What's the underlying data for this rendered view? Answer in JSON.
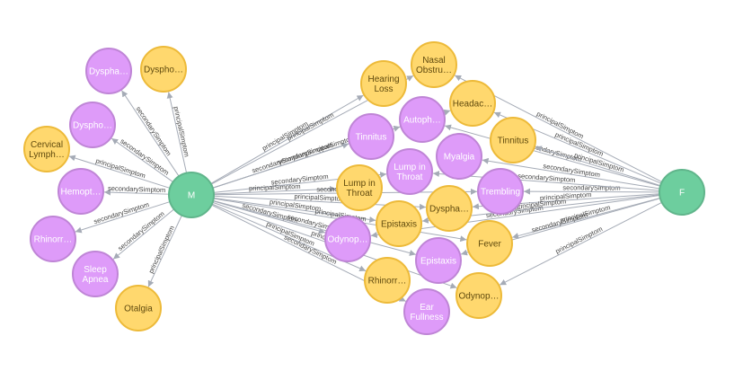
{
  "colors": {
    "gene_fill": "#6dce9e",
    "gene_stroke": "#60b58b",
    "purple_fill": "#de9bf9",
    "purple_stroke": "#bf85d6",
    "purple_text": "#ffffff",
    "yellow_fill": "#ffd86e",
    "yellow_stroke": "#edba39",
    "yellow_text": "#604a0e",
    "edge": "#a5abb6"
  },
  "nodes": [
    {
      "id": "M",
      "label": "M",
      "kind": "gene"
    },
    {
      "id": "F",
      "label": "F",
      "kind": "gene"
    },
    {
      "id": "m_dyspha",
      "label": "Dyspha…",
      "kind": "purple"
    },
    {
      "id": "m_dyspho_y",
      "label": "Dyspho…",
      "kind": "yellow"
    },
    {
      "id": "m_dyspho_p",
      "label": "Dyspho…",
      "kind": "purple"
    },
    {
      "id": "m_cervical",
      "label": "Cervical Lymph…",
      "kind": "yellow"
    },
    {
      "id": "m_hemopt",
      "label": "Hemopt…",
      "kind": "purple"
    },
    {
      "id": "m_rhinorr",
      "label": "Rhinorr…",
      "kind": "purple"
    },
    {
      "id": "m_sleep",
      "label": "Sleep Apnea",
      "kind": "purple"
    },
    {
      "id": "m_otalgia",
      "label": "Otalgia",
      "kind": "yellow"
    },
    {
      "id": "hearing",
      "label": "Hearing Loss",
      "kind": "yellow"
    },
    {
      "id": "nasal",
      "label": "Nasal Obstru…",
      "kind": "yellow"
    },
    {
      "id": "headac",
      "label": "Headac…",
      "kind": "yellow"
    },
    {
      "id": "autoph",
      "label": "Autoph…",
      "kind": "purple"
    },
    {
      "id": "tinnitus_p",
      "label": "Tinnitus",
      "kind": "purple"
    },
    {
      "id": "tinnitus_y",
      "label": "Tinnitus",
      "kind": "yellow"
    },
    {
      "id": "myalgia",
      "label": "Myalgia",
      "kind": "purple"
    },
    {
      "id": "lump_p",
      "label": "Lump in Throat",
      "kind": "purple"
    },
    {
      "id": "lump_y",
      "label": "Lump in Throat",
      "kind": "yellow"
    },
    {
      "id": "dyspha_y",
      "label": "Dyspha…",
      "kind": "yellow"
    },
    {
      "id": "trembling",
      "label": "Trembling",
      "kind": "purple"
    },
    {
      "id": "epistaxis_y",
      "label": "Epistaxis",
      "kind": "yellow"
    },
    {
      "id": "odynop_p",
      "label": "Odynop…",
      "kind": "purple"
    },
    {
      "id": "fever",
      "label": "Fever",
      "kind": "yellow"
    },
    {
      "id": "epistaxis_p",
      "label": "Epistaxis",
      "kind": "purple"
    },
    {
      "id": "rhinorr_y",
      "label": "Rhinorr…",
      "kind": "yellow"
    },
    {
      "id": "odynop_y",
      "label": "Odynop…",
      "kind": "yellow"
    },
    {
      "id": "ear",
      "label": "Ear Fullness",
      "kind": "purple"
    }
  ],
  "edges": [
    {
      "from": "M",
      "to": "m_dyspha",
      "label": "secondarySimptom"
    },
    {
      "from": "M",
      "to": "m_dyspho_y",
      "label": "principalSimptom"
    },
    {
      "from": "M",
      "to": "m_dyspho_p",
      "label": "secondarySimptom"
    },
    {
      "from": "M",
      "to": "m_cervical",
      "label": "principalSimptom"
    },
    {
      "from": "M",
      "to": "m_hemopt",
      "label": "secondarySimptom"
    },
    {
      "from": "M",
      "to": "m_rhinorr",
      "label": "secondarySimptom"
    },
    {
      "from": "M",
      "to": "m_sleep",
      "label": "secondarySimptom"
    },
    {
      "from": "M",
      "to": "m_otalgia",
      "label": "principalSimptom"
    },
    {
      "from": "M",
      "to": "hearing",
      "label": "principalSimptom"
    },
    {
      "from": "M",
      "to": "nasal",
      "label": "principalSimptom"
    },
    {
      "from": "M",
      "to": "tinnitus_p",
      "label": "secondarySimptom"
    },
    {
      "from": "M",
      "to": "autoph",
      "label": "secondarySimptom"
    },
    {
      "from": "M",
      "to": "headac",
      "label": "principalSimptom"
    },
    {
      "from": "M",
      "to": "lump_p",
      "label": "secondarySimptom"
    },
    {
      "from": "M",
      "to": "lump_y",
      "label": "principalSimptom"
    },
    {
      "from": "M",
      "to": "dyspha_y",
      "label": "principalSimptom"
    },
    {
      "from": "M",
      "to": "trembling",
      "label": "secondarySimptom"
    },
    {
      "from": "M",
      "to": "epistaxis_y",
      "label": "principalSimptom"
    },
    {
      "from": "M",
      "to": "odynop_p",
      "label": "secondarySimptom"
    },
    {
      "from": "M",
      "to": "fever",
      "label": "principalSimptom"
    },
    {
      "from": "M",
      "to": "epistaxis_p",
      "label": "secondarySimptom"
    },
    {
      "from": "M",
      "to": "rhinorr_y",
      "label": "principalSimptom"
    },
    {
      "from": "M",
      "to": "ear",
      "label": "secondarySimptom"
    },
    {
      "from": "M",
      "to": "odynop_y",
      "label": "principalSimptom"
    },
    {
      "from": "F",
      "to": "nasal",
      "label": "principalSimptom"
    },
    {
      "from": "F",
      "to": "headac",
      "label": "principalSimptom"
    },
    {
      "from": "F",
      "to": "autoph",
      "label": "secondarySimptom"
    },
    {
      "from": "F",
      "to": "tinnitus_y",
      "label": "principalSimptom"
    },
    {
      "from": "F",
      "to": "myalgia",
      "label": "secondarySimptom"
    },
    {
      "from": "F",
      "to": "trembling",
      "label": "secondarySimptom"
    },
    {
      "from": "F",
      "to": "lump_p",
      "label": "secondarySimptom"
    },
    {
      "from": "F",
      "to": "dyspha_y",
      "label": "principalSimptom"
    },
    {
      "from": "F",
      "to": "odynop_p",
      "label": "secondarySimptom"
    },
    {
      "from": "F",
      "to": "fever",
      "label": "principalSimptom"
    },
    {
      "from": "F",
      "to": "epistaxis_p",
      "label": "secondarySimptom"
    },
    {
      "from": "F",
      "to": "odynop_y",
      "label": "principalSimptom"
    },
    {
      "from": "F",
      "to": "epistaxis_y",
      "label": "principalSimptom"
    }
  ]
}
